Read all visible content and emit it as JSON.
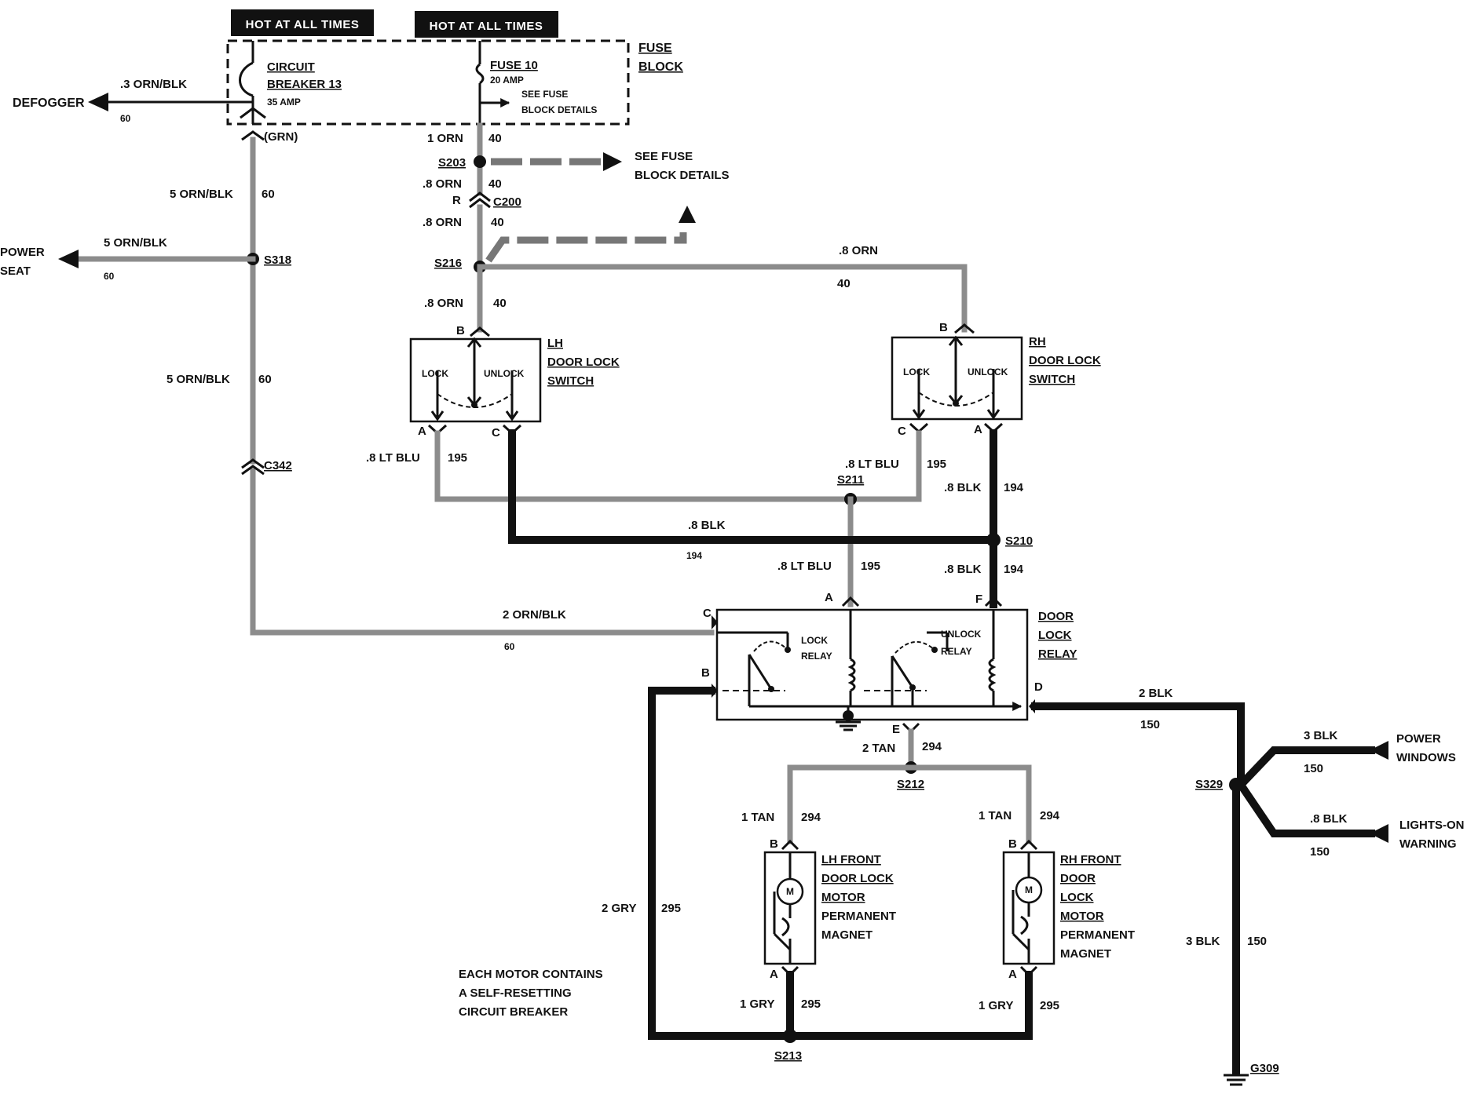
{
  "header": {
    "hot_left": "HOT AT ALL TIMES",
    "hot_right": "HOT AT ALL TIMES"
  },
  "fuse_block": {
    "label_line1": "FUSE",
    "label_line2": "BLOCK",
    "breaker_line1": "CIRCUIT",
    "breaker_line2": "BREAKER 13",
    "breaker_rating": "35 AMP",
    "fuse_line1": "FUSE 10",
    "fuse_rating": "20 AMP",
    "see_line1": "SEE FUSE",
    "see_line2": "BLOCK DETAILS",
    "grn": "(GRN)"
  },
  "see_details": {
    "line1": "SEE FUSE",
    "line2": "BLOCK DETAILS"
  },
  "outputs": {
    "defogger": "DEFOGGER",
    "power_seat_1": "POWER",
    "power_seat_2": "SEAT",
    "power_windows_1": "POWER",
    "power_windows_2": "WINDOWS",
    "lights_on_1": "LIGHTS-ON",
    "lights_on_2": "WARNING"
  },
  "wires": {
    "defogger_wire": ".3 ORN/BLK",
    "defogger_circuit": "60",
    "cb_down_wire": "5 ORN/BLK",
    "cb_down_circuit": "60",
    "seat_wire": "5 ORN/BLK",
    "seat_circuit": "60",
    "lower_wire": "5 ORN/BLK",
    "lower_circuit": "60",
    "relay_c_wire": "2 ORN/BLK",
    "relay_c_circuit": "60",
    "fuse_out_wire": "1 ORN",
    "fuse_out_circuit": "40",
    "c200_up_wire": ".8 ORN",
    "c200_up_circuit": "40",
    "c200_r": "R",
    "c200_down_wire": ".8 ORN",
    "c200_down_circuit": "40",
    "lh_in_wire": ".8 ORN",
    "lh_in_circuit": "40",
    "rh_feed_wire": ".8 ORN",
    "rh_feed_circuit": "40",
    "lh_a_wire": ".8 LT BLU",
    "lh_a_circuit": "195",
    "rh_c_wire": ".8 LT BLU",
    "rh_c_circuit": "195",
    "blk_mid_wire": ".8 BLK",
    "blk_mid_circuit": "194",
    "rh_a_wire": ".8 BLK",
    "rh_a_circuit": "194",
    "relay_a_wire": ".8 LT BLU",
    "relay_a_circuit": "195",
    "relay_f_wire": ".8 BLK",
    "relay_f_circuit": "194",
    "relay_d_wire": "2 BLK",
    "relay_d_circuit": "150",
    "relay_e_wire": "2 TAN",
    "relay_e_circuit": "294",
    "lh_motor_in_wire": "1 TAN",
    "lh_motor_in_circuit": "294",
    "rh_motor_in_wire": "1 TAN",
    "rh_motor_in_circuit": "294",
    "gry_wire": "2 GRY",
    "gry_circuit": "295",
    "lh_motor_out_wire": "1 GRY",
    "lh_motor_out_circuit": "295",
    "rh_motor_out_wire": "1 GRY",
    "rh_motor_out_circuit": "295",
    "pw_wire": "3 BLK",
    "pw_circuit": "150",
    "lw_wire": ".8 BLK",
    "lw_circuit": "150",
    "ground_wire": "3 BLK",
    "ground_circuit": "150"
  },
  "splices": {
    "s203": "S203",
    "c200": "C200",
    "s216": "S216",
    "s318": "S318",
    "c342": "C342",
    "s211": "S211",
    "s210": "S210",
    "s212": "S212",
    "s213": "S213",
    "s329": "S329",
    "g309": "G309"
  },
  "lh_switch": {
    "label1": "LH",
    "label2": "DOOR LOCK",
    "label3": "SWITCH",
    "lock": "LOCK",
    "unlock": "UNLOCK",
    "pin_b": "B",
    "pin_a": "A",
    "pin_c": "C"
  },
  "rh_switch": {
    "label1": "RH",
    "label2": "DOOR LOCK",
    "label3": "SWITCH",
    "lock": "LOCK",
    "unlock": "UNLOCK",
    "pin_b": "B",
    "pin_c": "C",
    "pin_a": "A"
  },
  "relay": {
    "label1": "DOOR",
    "label2": "LOCK",
    "label3": "RELAY",
    "lock_relay_1": "LOCK",
    "lock_relay_2": "RELAY",
    "unlock_relay_1": "UNLOCK",
    "unlock_relay_2": "RELAY",
    "pin_a": "A",
    "pin_f": "F",
    "pin_c": "C",
    "pin_b": "B",
    "pin_d": "D",
    "pin_e": "E"
  },
  "lh_motor": {
    "label1": "LH FRONT",
    "label2": "DOOR LOCK",
    "label3": "MOTOR",
    "label4": "PERMANENT",
    "label5": "MAGNET",
    "pin_b": "B",
    "pin_a": "A",
    "m": "M"
  },
  "rh_motor": {
    "label1": "RH FRONT",
    "label2": "DOOR",
    "label3": "LOCK",
    "label4": "MOTOR",
    "label5": "PERMANENT",
    "label6": "MAGNET",
    "pin_b": "B",
    "pin_a": "A",
    "m": "M"
  },
  "note": {
    "line1": "EACH MOTOR CONTAINS",
    "line2": "A SELF-RESETTING",
    "line3": "CIRCUIT BREAKER"
  }
}
